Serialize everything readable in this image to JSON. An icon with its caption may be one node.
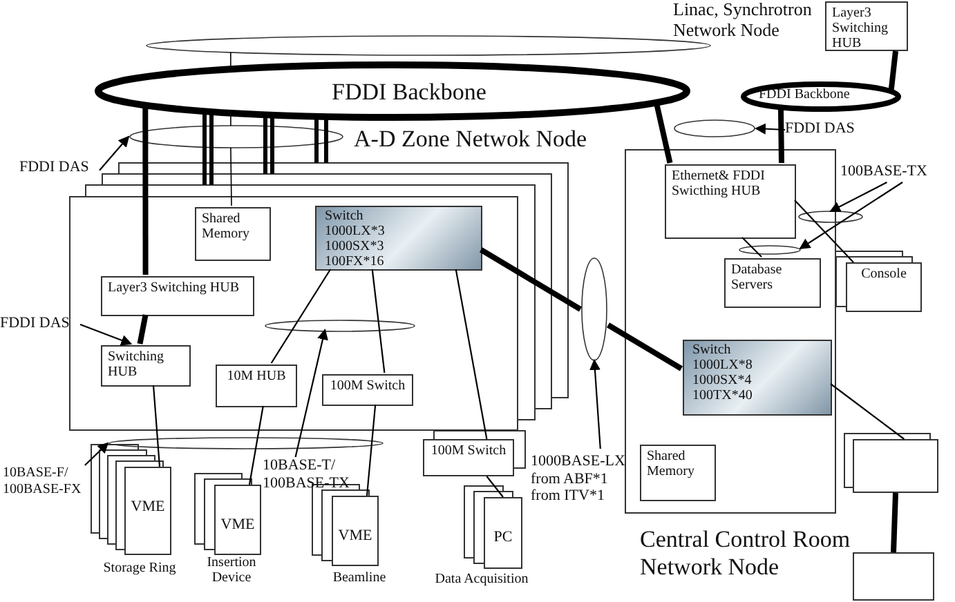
{
  "diagram": {
    "nodes": [
      {
        "text": [
          "Layer3 Switching HUB"
        ]
      },
      {
        "text": [
          "FDDI Backbone"
        ]
      },
      {
        "text": [
          "FDDI Backbone"
        ]
      },
      {
        "text": [
          "FDDI DAS"
        ]
      },
      {
        "text": [
          "A-D Zone Netwok Node"
        ]
      },
      {
        "text": [
          "Shared Memory"
        ],
        "in": 4
      },
      {
        "text": [
          "Switch",
          "1000LX*3",
          "1000SX*3",
          "100FX*16"
        ],
        "in": 4
      },
      {
        "text": [
          "Layer3 Switching HUB"
        ],
        "in": 4
      },
      {
        "text": [
          "FDDI DAS"
        ]
      },
      {
        "text": [
          "Switching HUB"
        ],
        "in": 4
      },
      {
        "text": [
          "10M HUB"
        ],
        "in": 4
      },
      {
        "text": [
          "100M Switch"
        ],
        "in": 4
      },
      {
        "text": [
          "100M Switch"
        ]
      },
      {
        "text": [
          "PC"
        ],
        "beside": [
          "Data Acquisition"
        ]
      },
      {
        "text": [
          "VME"
        ],
        "beside": [
          "Storage Ring"
        ]
      },
      {
        "text": [
          "VME"
        ],
        "beside": [
          "Insertion Device"
        ]
      },
      {
        "text": [
          "VME"
        ],
        "beside": [
          "Beamline"
        ]
      },
      {
        "text": [
          "10BASE-F/",
          "100BASE-FX"
        ]
      },
      {
        "text": [
          "10BASE-T/",
          "100BASE-TX"
        ]
      },
      {
        "text": [
          "1000BASE-LX",
          "from ABF*1",
          "from ITV*1"
        ]
      },
      {
        "text": [
          "Central Control Room Network Node"
        ]
      },
      {
        "text": [
          "FDDI DAS"
        ]
      },
      {
        "text": [
          "Ethernet& FDDI Swicthing HUB"
        ],
        "in": 20
      },
      {
        "text": [
          "100BASE-TX"
        ]
      },
      {
        "text": [
          "Database Servers"
        ],
        "in": 20
      },
      {
        "text": [
          "Console"
        ]
      },
      {
        "text": [
          "Switch",
          "1000LX*8",
          "1000SX*4",
          "100TX*40"
        ],
        "in": 20
      },
      {
        "text": [
          "Shared Memory"
        ],
        "in": 20
      },
      {
        "text": [],
        "shape": "box"
      },
      {
        "text": [],
        "shape": "box"
      },
      {
        "text": [],
        "shape": "ellipse"
      },
      {
        "text": [],
        "shape": "ellipse"
      },
      {
        "text": [],
        "shape": "ellipse"
      },
      {
        "text": [],
        "shape": "ellipse"
      },
      {
        "text": [],
        "shape": "ellipse",
        "in": 20
      },
      {
        "text": [],
        "shape": "ellipse"
      },
      {
        "text": [],
        "shape": "ellipse",
        "in": 4
      },
      {
        "text": [],
        "shape": "ellipse"
      }
    ],
    "edges": [
      {
        "from": 7,
        "to": 1,
        "arrow": "none",
        "style": "thick"
      },
      {
        "from": 22,
        "to": 1,
        "arrow": "none",
        "style": "thick"
      },
      {
        "from": 22,
        "to": 2,
        "arrow": "none",
        "style": "thick"
      },
      {
        "from": 2,
        "to": 0,
        "arrow": "none",
        "style": "thick"
      },
      {
        "from": 7,
        "to": 9,
        "arrow": "none",
        "style": "thick"
      },
      {
        "from": 9,
        "to": 14,
        "arrow": "none"
      },
      {
        "from": 10,
        "to": 15,
        "arrow": "none"
      },
      {
        "from": 11,
        "to": 16,
        "arrow": "none"
      },
      {
        "from": 12,
        "to": 13,
        "arrow": "none"
      },
      {
        "from": 6,
        "to": 10,
        "arrow": "none"
      },
      {
        "from": 6,
        "to": 11,
        "arrow": "none"
      },
      {
        "from": 6,
        "to": 12,
        "arrow": "none"
      },
      {
        "from": 6,
        "to": 37,
        "arrow": "none",
        "style": "thick"
      },
      {
        "from": 22,
        "to": 24,
        "arrow": "none"
      },
      {
        "from": 22,
        "to": 25,
        "arrow": "none"
      },
      {
        "from": 26,
        "to": 28,
        "arrow": "none"
      },
      {
        "from": 28,
        "to": 29,
        "arrow": "none",
        "style": "thick"
      },
      {
        "from": 3,
        "to": 31,
        "arrow": "to"
      },
      {
        "from": 8,
        "to": 9,
        "arrow": "to"
      },
      {
        "from": 17,
        "to": 35,
        "arrow": "to"
      },
      {
        "from": 18,
        "to": 36,
        "arrow": "to"
      },
      {
        "from": 19,
        "to": 37,
        "arrow": "to"
      },
      {
        "from": 23,
        "to": 33,
        "arrow": "to"
      },
      {
        "from": 23,
        "to": 34,
        "arrow": "to"
      },
      {
        "from": 21,
        "to": 32,
        "arrow": "to"
      },
      {
        "from": 5,
        "to": 31,
        "arrow": "none"
      },
      {
        "from": 1,
        "to": 30,
        "arrow": "none"
      },
      {
        "from": 37,
        "to": 26,
        "arrow": "none",
        "style": "thick"
      },
      {
        "from": 31,
        "to": 1,
        "arrow": "none"
      }
    ],
    "labels": [
      "Linac, Synchrotron Network Node"
    ]
  }
}
